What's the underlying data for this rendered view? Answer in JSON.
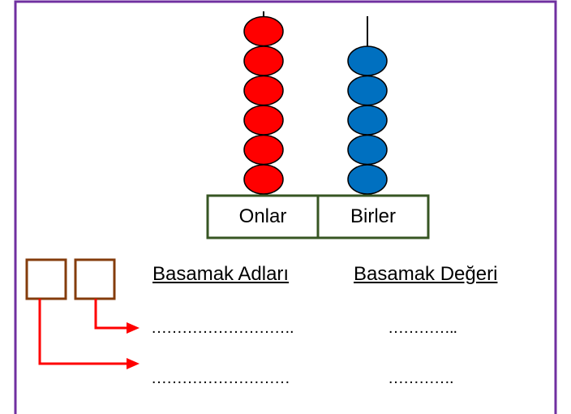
{
  "abacus": {
    "rods": [
      {
        "label": "Onlar",
        "bead_count": 6,
        "bead_color": "#FF0000",
        "bead_stroke": "#000000"
      },
      {
        "label": "Birler",
        "bead_count": 5,
        "bead_color": "#0070C0",
        "bead_stroke": "#000000"
      }
    ],
    "base_border_color": "#375623"
  },
  "worksheet": {
    "headers": {
      "place_names": "Basamak Adları",
      "place_values": "Basamak Değeri"
    },
    "rows": [
      {
        "place_name_blank": "……………………….",
        "place_value_blank": "………….."
      },
      {
        "place_name_blank": "………………………",
        "place_value_blank": "…………."
      }
    ],
    "digit_box_count": 2,
    "digit_box_border": "#843C0C",
    "arrow_color": "#FF0000"
  },
  "frame_border_color": "#7030A0"
}
